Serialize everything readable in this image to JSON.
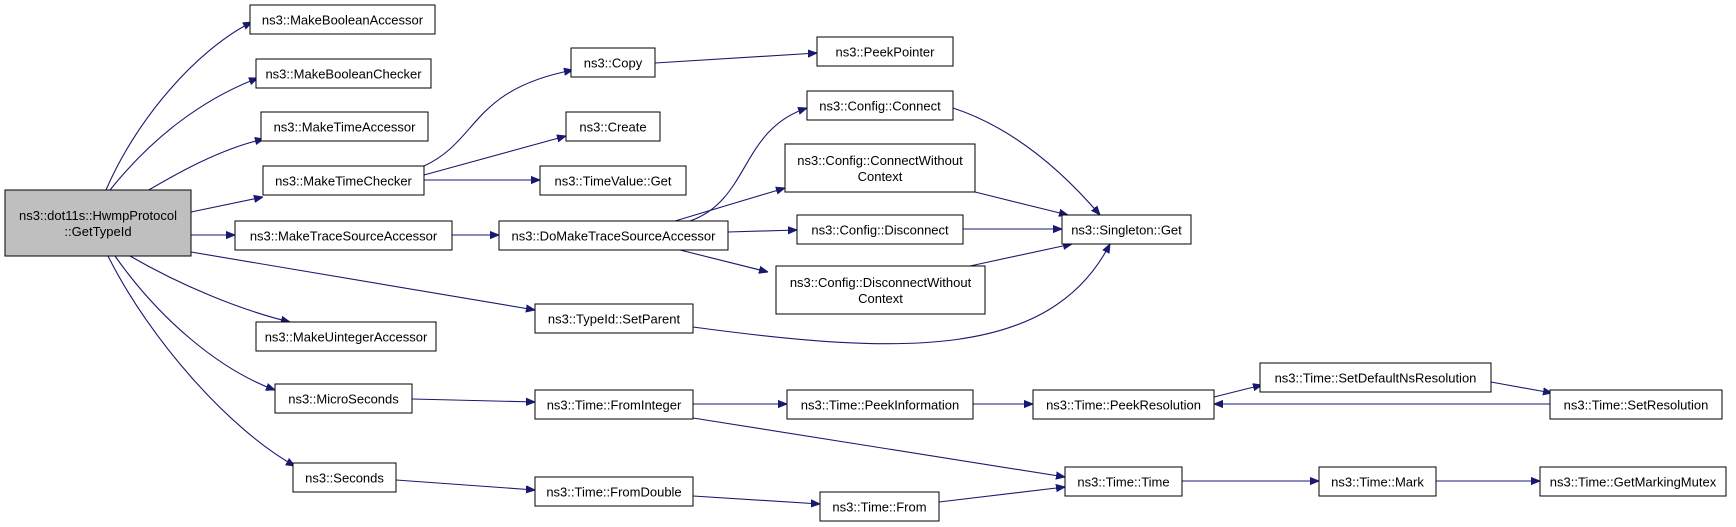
{
  "diagram": {
    "edge_color": "#191970",
    "root_fill": "#bfbfbf",
    "nodes": {
      "root": {
        "lines": [
          "ns3::dot11s::HwmpProtocol",
          "::GetTypeId"
        ]
      },
      "makeBoolAcc": {
        "lines": [
          "ns3::MakeBooleanAccessor"
        ]
      },
      "makeBoolChk": {
        "lines": [
          "ns3::MakeBooleanChecker"
        ]
      },
      "makeTimeAcc": {
        "lines": [
          "ns3::MakeTimeAccessor"
        ]
      },
      "makeTimeChk": {
        "lines": [
          "ns3::MakeTimeChecker"
        ]
      },
      "makeTraceSrc": {
        "lines": [
          "ns3::MakeTraceSourceAccessor"
        ]
      },
      "makeUintAcc": {
        "lines": [
          "ns3::MakeUintegerAccessor"
        ]
      },
      "microSeconds": {
        "lines": [
          "ns3::MicroSeconds"
        ]
      },
      "seconds": {
        "lines": [
          "ns3::Seconds"
        ]
      },
      "copy": {
        "lines": [
          "ns3::Copy"
        ]
      },
      "create": {
        "lines": [
          "ns3::Create"
        ]
      },
      "timeValueGet": {
        "lines": [
          "ns3::TimeValue::Get"
        ]
      },
      "doMakeTrace": {
        "lines": [
          "ns3::DoMakeTraceSourceAccessor"
        ]
      },
      "setParent": {
        "lines": [
          "ns3::TypeId::SetParent"
        ]
      },
      "fromInteger": {
        "lines": [
          "ns3::Time::FromInteger"
        ]
      },
      "fromDouble": {
        "lines": [
          "ns3::Time::FromDouble"
        ]
      },
      "peekPointer": {
        "lines": [
          "ns3::PeekPointer"
        ]
      },
      "cfgConnect": {
        "lines": [
          "ns3::Config::Connect"
        ]
      },
      "cfgConnectWo": {
        "lines": [
          "ns3::Config::ConnectWithout",
          "Context"
        ]
      },
      "cfgDisconnect": {
        "lines": [
          "ns3::Config::Disconnect"
        ]
      },
      "cfgDisconnectWo": {
        "lines": [
          "ns3::Config::DisconnectWithout",
          "Context"
        ]
      },
      "singletonGet": {
        "lines": [
          "ns3::Singleton::Get"
        ]
      },
      "peekInfo": {
        "lines": [
          "ns3::Time::PeekInformation"
        ]
      },
      "timeFrom": {
        "lines": [
          "ns3::Time::From"
        ]
      },
      "peekRes": {
        "lines": [
          "ns3::Time::PeekResolution"
        ]
      },
      "timeTime": {
        "lines": [
          "ns3::Time::Time"
        ]
      },
      "setDefaultNs": {
        "lines": [
          "ns3::Time::SetDefaultNsResolution"
        ]
      },
      "setRes": {
        "lines": [
          "ns3::Time::SetResolution"
        ]
      },
      "timeMark": {
        "lines": [
          "ns3::Time::Mark"
        ]
      },
      "getMarkMutex": {
        "lines": [
          "ns3::Time::GetMarkingMutex"
        ]
      }
    },
    "edges": [
      [
        "root",
        "makeBoolAcc"
      ],
      [
        "root",
        "makeBoolChk"
      ],
      [
        "root",
        "makeTimeAcc"
      ],
      [
        "root",
        "makeTimeChk"
      ],
      [
        "root",
        "makeTraceSrc"
      ],
      [
        "root",
        "makeUintAcc"
      ],
      [
        "root",
        "setParent"
      ],
      [
        "root",
        "microSeconds"
      ],
      [
        "root",
        "seconds"
      ],
      [
        "makeTimeChk",
        "copy"
      ],
      [
        "makeTimeChk",
        "create"
      ],
      [
        "makeTimeChk",
        "timeValueGet"
      ],
      [
        "copy",
        "peekPointer"
      ],
      [
        "makeTraceSrc",
        "doMakeTrace"
      ],
      [
        "doMakeTrace",
        "cfgConnect"
      ],
      [
        "doMakeTrace",
        "cfgConnectWo"
      ],
      [
        "doMakeTrace",
        "cfgDisconnect"
      ],
      [
        "doMakeTrace",
        "cfgDisconnectWo"
      ],
      [
        "cfgConnect",
        "singletonGet"
      ],
      [
        "cfgConnectWo",
        "singletonGet"
      ],
      [
        "cfgDisconnect",
        "singletonGet"
      ],
      [
        "cfgDisconnectWo",
        "singletonGet"
      ],
      [
        "setParent",
        "singletonGet"
      ],
      [
        "microSeconds",
        "fromInteger"
      ],
      [
        "seconds",
        "fromDouble"
      ],
      [
        "fromInteger",
        "peekInfo"
      ],
      [
        "fromInteger",
        "timeTime"
      ],
      [
        "peekInfo",
        "peekRes"
      ],
      [
        "peekRes",
        "setDefaultNs"
      ],
      [
        "setDefaultNs",
        "setRes"
      ],
      [
        "setRes",
        "peekRes"
      ],
      [
        "fromDouble",
        "timeFrom"
      ],
      [
        "timeFrom",
        "timeTime"
      ],
      [
        "timeTime",
        "timeMark"
      ],
      [
        "timeMark",
        "getMarkMutex"
      ]
    ]
  }
}
